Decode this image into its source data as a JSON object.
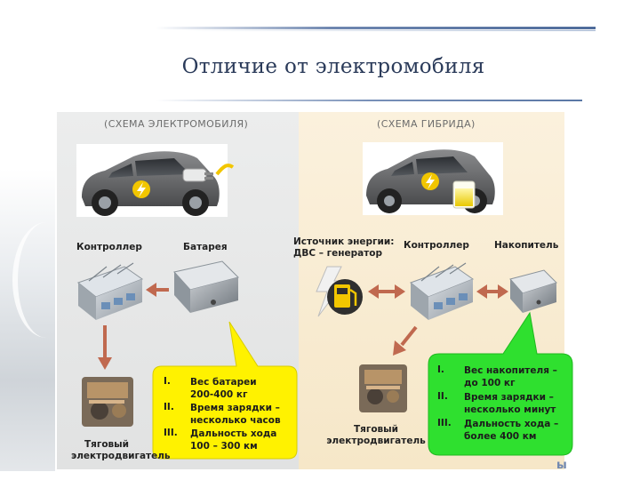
{
  "slide": {
    "title": "Отличие от электромобиля",
    "logo_text": "ы"
  },
  "ev_panel": {
    "schema_label": "(СХЕМА ЭЛЕКТРОМОБИЛЯ)",
    "controller_label": "Контроллер",
    "battery_label": "Батарея",
    "motor_label_line1": "Тяговый",
    "motor_label_line2": "электродвигатель",
    "callout": {
      "items": [
        {
          "num": "I.",
          "line1": "Вес батареи",
          "line2": "200-400 кг"
        },
        {
          "num": "II.",
          "line1": "Время зарядки –",
          "line2": "несколько часов"
        },
        {
          "num": "III.",
          "line1": "Дальность хода",
          "line2": "100 – 300 км"
        }
      ]
    }
  },
  "hybrid_panel": {
    "schema_label": "(СХЕМА ГИБРИДА)",
    "source_label_line1": "Источник энергии:",
    "source_label_line2": "ДВС – генератор",
    "controller_label": "Контроллер",
    "storage_label": "Накопитель",
    "motor_label_line1": "Тяговый",
    "motor_label_line2": "электродвигатель",
    "callout": {
      "items": [
        {
          "num": "I.",
          "line1": "Вес накопителя –",
          "line2": "до 100 кг"
        },
        {
          "num": "II.",
          "line1": "Время зарядки –",
          "line2": "несколько минут"
        },
        {
          "num": "III.",
          "line1": "Дальность хода –",
          "line2": "более 400 км"
        }
      ]
    }
  },
  "colors": {
    "title": "#2b3b5a",
    "ev_panel_bg": "#e5e6e6",
    "hybrid_panel_bg": "#f8ebd0",
    "ev_callout": "#fff200",
    "hybrid_callout": "#2fe02f",
    "arrow": "#c0694f",
    "car_body": "#6e6f71",
    "bolt": "#f2c600"
  }
}
